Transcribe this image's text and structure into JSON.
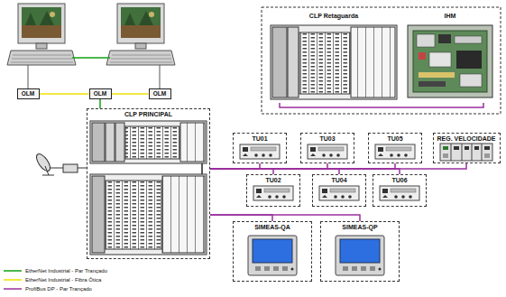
{
  "diagram": {
    "nodes": [
      {
        "text": [
          "CLP Retaguarda"
        ]
      },
      {
        "text": [
          "IHM"
        ]
      },
      {
        "text": [
          "OLM"
        ]
      },
      {
        "text": [
          "OLM"
        ]
      },
      {
        "text": [
          "OLM"
        ]
      },
      {
        "text": [
          "CLP PRINCIPAL"
        ]
      },
      {
        "text": [
          "TU01"
        ]
      },
      {
        "text": [
          "TU03"
        ]
      },
      {
        "text": [
          "TU05"
        ]
      },
      {
        "text": [
          "REG. VELOCIDADE"
        ]
      },
      {
        "text": [
          "TU02"
        ]
      },
      {
        "text": [
          "TU04"
        ]
      },
      {
        "text": [
          "TU06"
        ]
      },
      {
        "text": [
          "SIMEAS-QA"
        ]
      },
      {
        "text": [
          "SIMEAS-QP"
        ]
      }
    ],
    "edges": [
      {
        "from": 2,
        "to": 3,
        "arrow": "none"
      },
      {
        "from": 3,
        "to": 4,
        "arrow": "none"
      },
      {
        "from": 3,
        "to": 5,
        "arrow": "none"
      },
      {
        "from": 0,
        "to": 1,
        "arrow": "none"
      },
      {
        "from": 5,
        "to": 6,
        "arrow": "none"
      },
      {
        "from": 5,
        "to": 7,
        "arrow": "none"
      },
      {
        "from": 5,
        "to": 8,
        "arrow": "none"
      },
      {
        "from": 5,
        "to": 9,
        "arrow": "none"
      },
      {
        "from": 5,
        "to": 10,
        "arrow": "none"
      },
      {
        "from": 5,
        "to": 11,
        "arrow": "none"
      },
      {
        "from": 5,
        "to": 12,
        "arrow": "none"
      },
      {
        "from": 5,
        "to": 13,
        "arrow": "none"
      },
      {
        "from": 5,
        "to": 14,
        "arrow": "none"
      }
    ],
    "legend": [
      {
        "text": "EtherNet Industrial - Par Trançado"
      },
      {
        "text": "EtherNet Industrial - Fibra Ótica"
      },
      {
        "text": "ProfiBus DP - Par Trançado"
      }
    ]
  }
}
